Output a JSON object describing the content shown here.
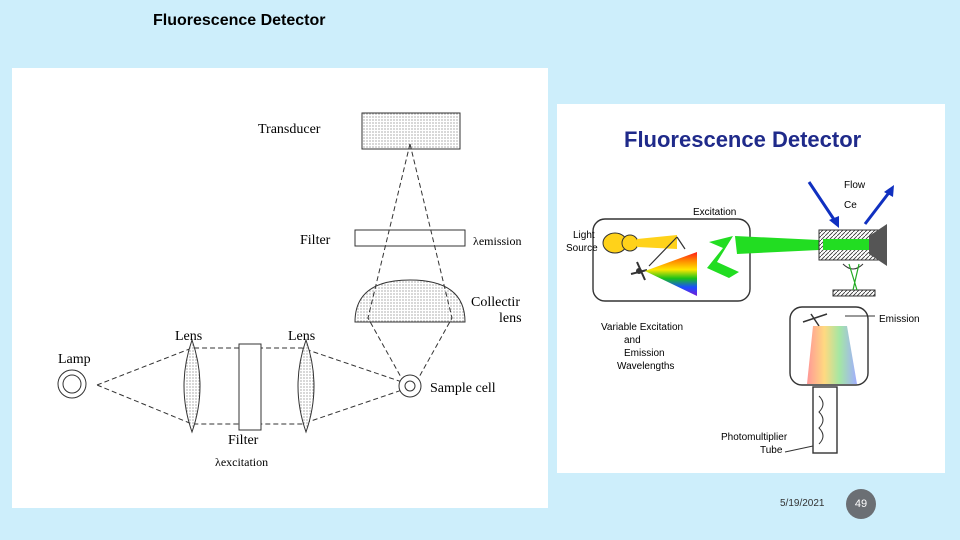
{
  "slide": {
    "title": "Fluorescence Detector",
    "date": "5/19/2021",
    "page_number": "49"
  },
  "left_diagram": {
    "labels": {
      "transducer": "Transducer",
      "filter_top": "Filter",
      "lambda_emission": "λemission",
      "collecting_lens_1": "Collectir",
      "collecting_lens_2": "lens",
      "lens_left": "Lens",
      "lens_right": "Lens",
      "lamp": "Lamp",
      "sample_cell": "Sample cell",
      "filter_bottom": "Filter",
      "lambda_excitation": "λexcitation"
    }
  },
  "right_diagram": {
    "title": "Fluorescence  Detector",
    "labels": {
      "flow": "Flow",
      "cell": "Ce",
      "excitation": "Excitation",
      "light": "Light",
      "source": "Source",
      "variable_1": "Variable Excitation",
      "variable_2": "and",
      "variable_3": "Emission",
      "variable_4": "Wavelengths",
      "emission": "Emission",
      "pmt_1": "Photomultiplier",
      "pmt_2": "Tube"
    },
    "colors": {
      "title": "#1f2a8a",
      "beam": "#22dd22",
      "arrow": "#1030c0",
      "lamp": "#ffd21a"
    }
  }
}
